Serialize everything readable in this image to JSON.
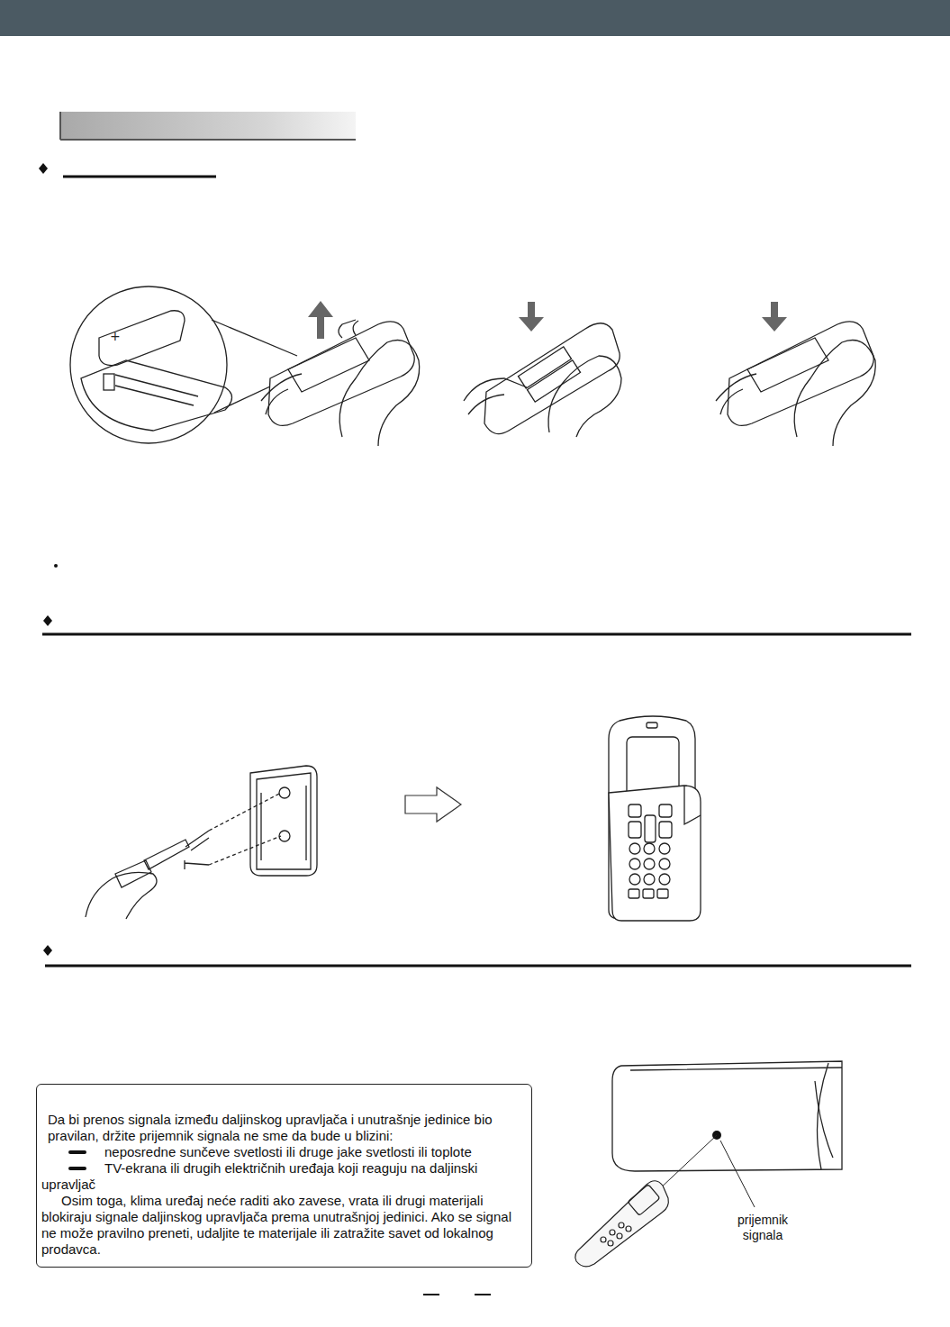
{
  "diagram": {
    "nodes": [
      {
        "text": [
          "Da bi prenos signala između daljinskog upravljača i unutrašnje jedinice bio pravilan, držite prijemnik signala ne sme da bude u blizini:",
          "neposredne sunčeve svetlosti ili druge jake svetlosti ili toplote",
          "TV-ekrana ili drugih električnih uređaja koji reaguju na daljinski upravljač",
          "Osim toga, klima uređaj neće raditi ako zavese, vrata ili drugi materijali blokiraju signale daljinskog upravljača prema unutrašnjoj jedinici. Ako se signal ne može pravilno preneti, udaljite te materijale ili zatražite savet od lokalnog prodavca."
        ]
      }
    ],
    "labels": [
      "prijemnik signala"
    ]
  }
}
